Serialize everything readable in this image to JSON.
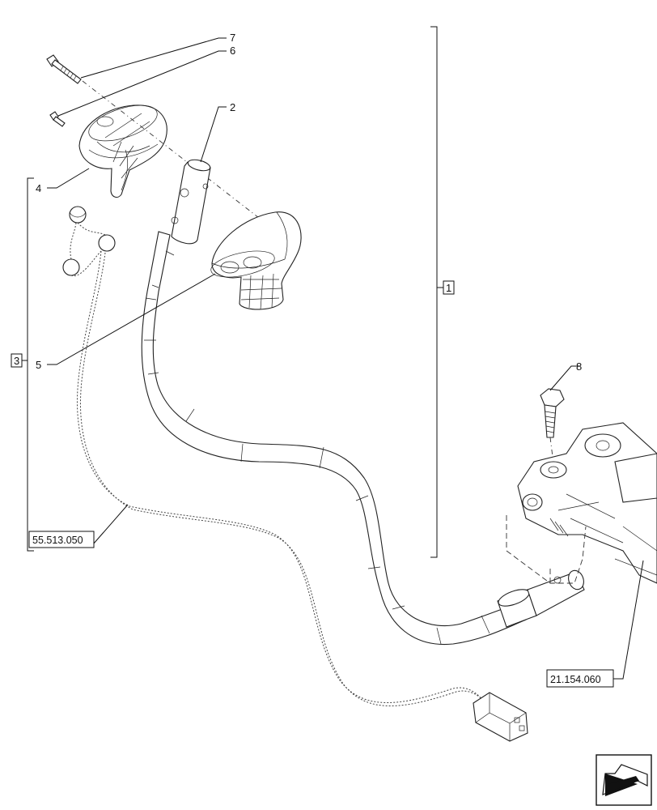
{
  "callouts": {
    "c1": "1",
    "c2": "2",
    "c3": "3",
    "c4": "4",
    "c5": "5",
    "c6": "6",
    "c7": "7",
    "c8": "8"
  },
  "references": {
    "harness_ref": "55.513.050",
    "console_ref": "21.154.060"
  },
  "nav_icon": "previous-arrow-icon"
}
